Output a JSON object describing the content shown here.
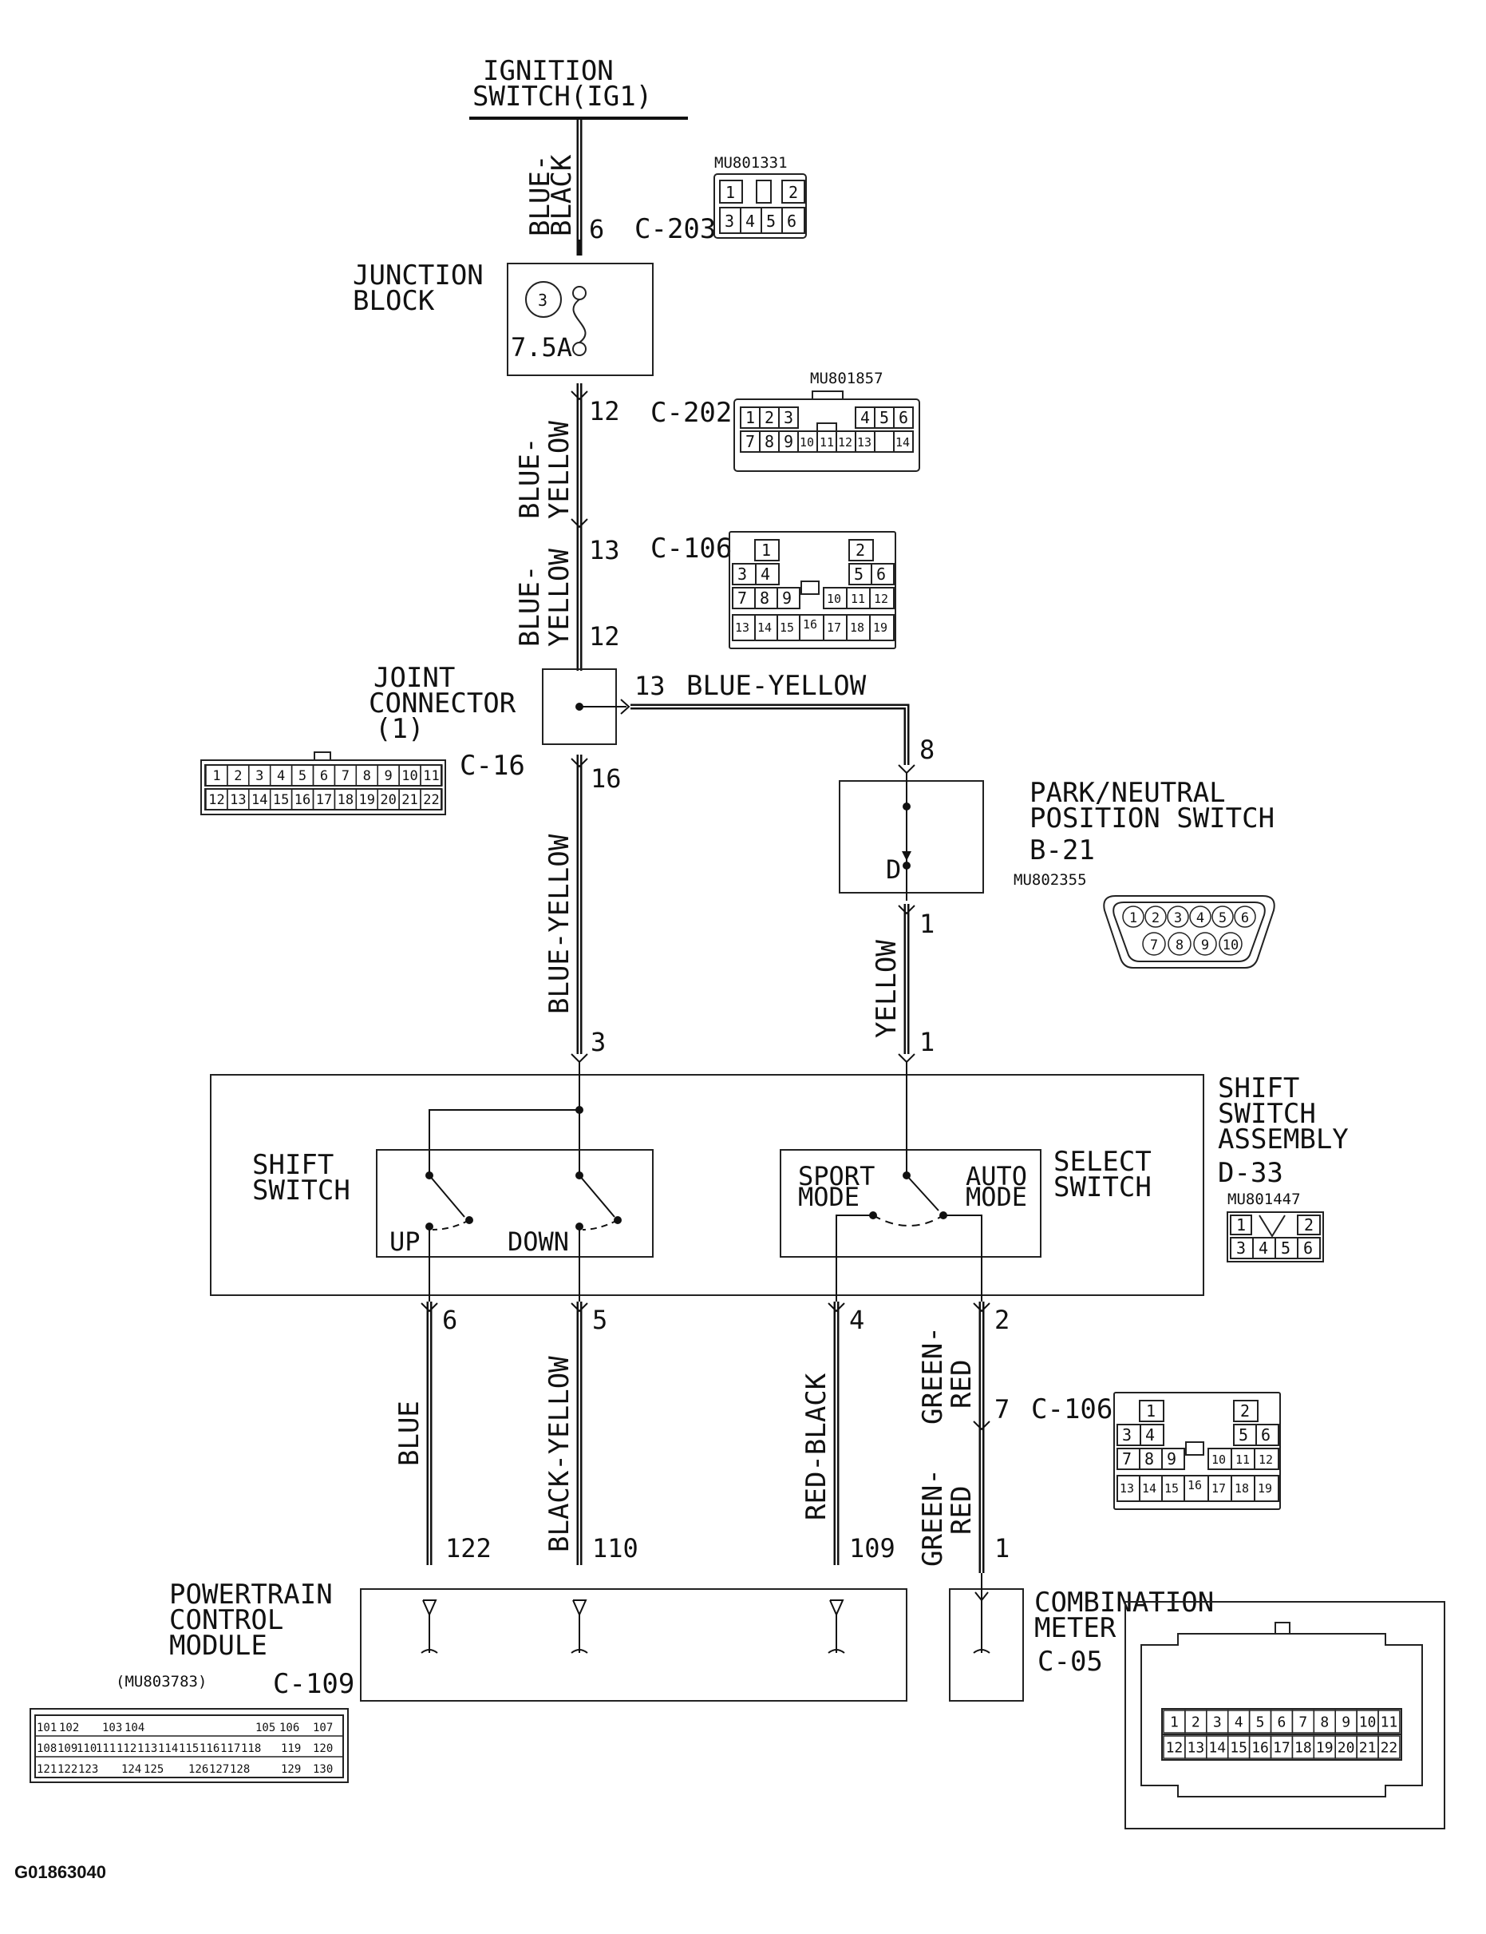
{
  "doc_id": "G01863040",
  "components": {
    "ignition": {
      "line1": "IGNITION",
      "line2": "SWITCH(IG1)"
    },
    "junction": {
      "line1": "JUNCTION",
      "line2": "BLOCK",
      "fuse_no": "3",
      "fuse_rating": "7.5A"
    },
    "joint": {
      "line1": "JOINT",
      "line2": "CONNECTOR",
      "line3": "(1)",
      "connector": "C-16"
    },
    "pnp": {
      "line1": "PARK/NEUTRAL",
      "line2": "POSITION SWITCH",
      "connector": "B-21",
      "part": "MU802355",
      "contact": "D"
    },
    "shift_assy": {
      "line1": "SHIFT",
      "line2": "SWITCH",
      "line3": "ASSEMBLY",
      "connector": "D-33",
      "part": "MU801447"
    },
    "shift_switch": {
      "line1": "SHIFT",
      "line2": "SWITCH",
      "up": "UP",
      "down": "DOWN"
    },
    "select_switch": {
      "line1": "SELECT",
      "line2": "SWITCH",
      "sport1": "SPORT",
      "sport2": "MODE",
      "auto1": "AUTO",
      "auto2": "MODE"
    },
    "pcm": {
      "line1": "POWERTRAIN",
      "line2": "CONTROL",
      "line3": "MODULE",
      "connector": "C-109",
      "part": "(MU803783)"
    },
    "meter": {
      "line1": "COMBINATION",
      "line2": "METER",
      "connector": "C-05"
    }
  },
  "connectors": {
    "c203": {
      "name": "C-203",
      "part": "MU801331",
      "row1": [
        "1",
        "2"
      ],
      "row2": [
        "3",
        "4",
        "5",
        "6"
      ]
    },
    "c202": {
      "name": "C-202",
      "part": "MU801857",
      "row1": [
        "1",
        "2",
        "3",
        "4",
        "5",
        "6"
      ],
      "row2": [
        "7",
        "8",
        "9",
        "10",
        "11",
        "12",
        "13",
        "14"
      ]
    },
    "c106a": {
      "name": "C-106"
    },
    "c106b": {
      "name": "C-106"
    },
    "c106_pins": {
      "r1": [
        "1",
        "2"
      ],
      "r2": [
        "3",
        "4",
        "5",
        "6"
      ],
      "r3": [
        "7",
        "8",
        "9",
        "10",
        "11",
        "12"
      ],
      "r4": [
        "13",
        "14",
        "15",
        "16",
        "17",
        "18",
        "19"
      ]
    },
    "c16_pins": {
      "row1": [
        "1",
        "2",
        "3",
        "4",
        "5",
        "6",
        "7",
        "8",
        "9",
        "10",
        "11"
      ],
      "row2": [
        "12",
        "13",
        "14",
        "15",
        "16",
        "17",
        "18",
        "19",
        "20",
        "21",
        "22"
      ]
    },
    "b21_pins": {
      "row1": [
        "1",
        "2",
        "3",
        "4",
        "5",
        "6"
      ],
      "row2": [
        "7",
        "8",
        "9",
        "10"
      ]
    },
    "d33_pins": {
      "row1": [
        "1",
        "2"
      ],
      "row2": [
        "3",
        "4",
        "5",
        "6"
      ]
    },
    "c05_pins": {
      "row1": [
        "1",
        "2",
        "3",
        "4",
        "5",
        "6",
        "7",
        "8",
        "9",
        "10",
        "11"
      ],
      "row2": [
        "12",
        "13",
        "14",
        "15",
        "16",
        "17",
        "18",
        "19",
        "20",
        "21",
        "22"
      ]
    },
    "c109_pins": {
      "r1": [
        "101",
        "102",
        "103",
        "104",
        "105",
        "106",
        "107"
      ],
      "r2": [
        "108",
        "109",
        "110",
        "111",
        "112",
        "113",
        "114",
        "115",
        "116",
        "117",
        "118",
        "119",
        "120"
      ],
      "r3": [
        "121",
        "122",
        "123",
        "124",
        "125",
        "126",
        "127",
        "128",
        "129",
        "130"
      ]
    }
  },
  "wires": {
    "blue_black_1": "BLUE-",
    "blue_black_2": "BLACK",
    "blue_yellow_a1": "BLUE-",
    "blue_yellow_a2": "YELLOW",
    "blue_yellow_b1": "BLUE-",
    "blue_yellow_b2": "YELLOW",
    "blue_yellow_h": "BLUE-YELLOW",
    "blue_yellow_v": "BLUE-YELLOW",
    "yellow": "YELLOW",
    "blue": "BLUE",
    "black_yellow": "BLACK-YELLOW",
    "red_black": "RED-BLACK",
    "green_red_a1": "GREEN-",
    "green_red_a2": "RED",
    "green_red_b1": "GREEN-",
    "green_red_b2": "RED"
  },
  "pins": {
    "p6_top": "6",
    "p12_jb": "12",
    "p13_106": "13",
    "p12_jc": "12",
    "p13_jc": "13",
    "p16": "16",
    "p8": "8",
    "p1_pnp": "1",
    "p1_top": "1",
    "p3": "3",
    "p6": "6",
    "p5": "5",
    "p4": "4",
    "p2": "2",
    "p7": "7",
    "p122": "122",
    "p110": "110",
    "p109": "109",
    "p1_meter": "1"
  }
}
